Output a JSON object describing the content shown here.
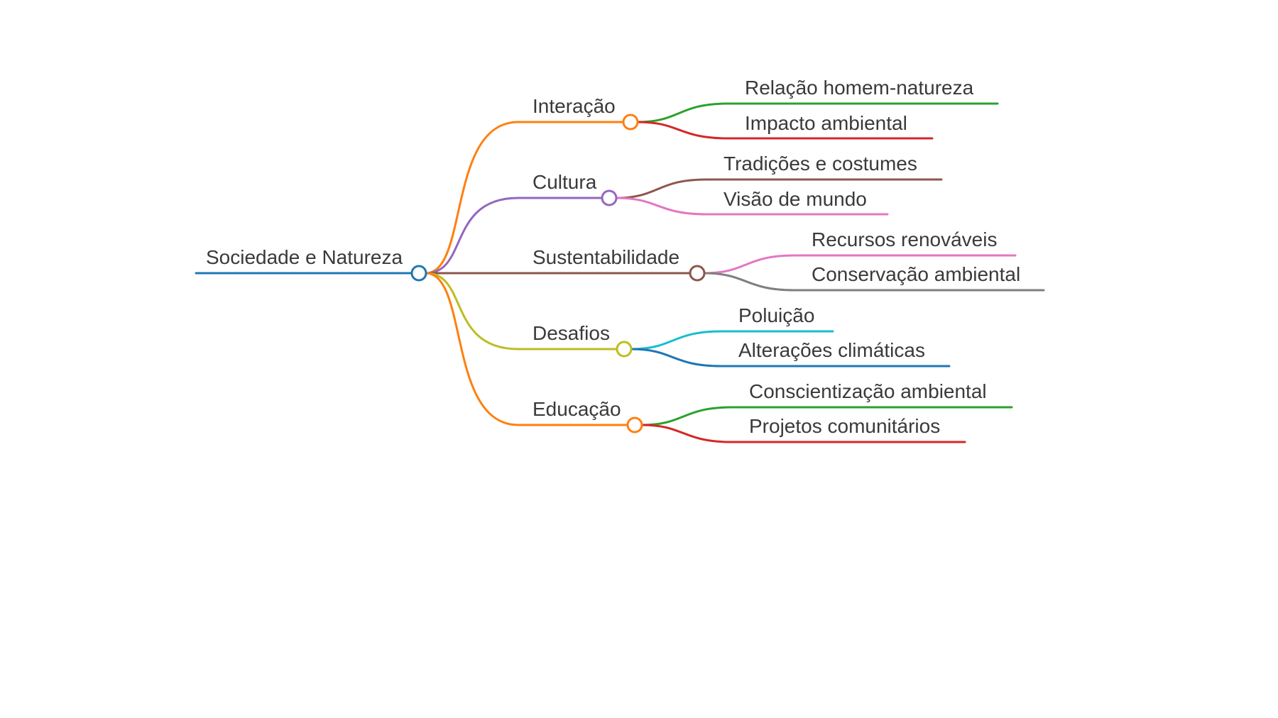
{
  "mindmap": {
    "root": {
      "label": "Sociedade e Natureza",
      "color": "#1f77b4"
    },
    "branches": [
      {
        "label": "Interação",
        "color": "#ff7f0e",
        "children": [
          {
            "label": "Relação homem-natureza",
            "color": "#2ca02c"
          },
          {
            "label": "Impacto ambiental",
            "color": "#d62728"
          }
        ]
      },
      {
        "label": "Cultura",
        "color": "#9467bd",
        "children": [
          {
            "label": "Tradições e costumes",
            "color": "#8c564b"
          },
          {
            "label": "Visão de mundo",
            "color": "#e377c2"
          }
        ]
      },
      {
        "label": "Sustentabilidade",
        "color": "#8c564b",
        "children": [
          {
            "label": "Recursos renováveis",
            "color": "#e377c2"
          },
          {
            "label": "Conservação ambiental",
            "color": "#7f7f7f"
          }
        ]
      },
      {
        "label": "Desafios",
        "color": "#bcbd22",
        "children": [
          {
            "label": "Poluição",
            "color": "#17becf"
          },
          {
            "label": "Alterações climáticas",
            "color": "#1f77b4"
          }
        ]
      },
      {
        "label": "Educação",
        "color": "#ff7f0e",
        "children": [
          {
            "label": "Conscientização ambiental",
            "color": "#2ca02c"
          },
          {
            "label": "Projetos comunitários",
            "color": "#d62728"
          }
        ]
      }
    ]
  }
}
